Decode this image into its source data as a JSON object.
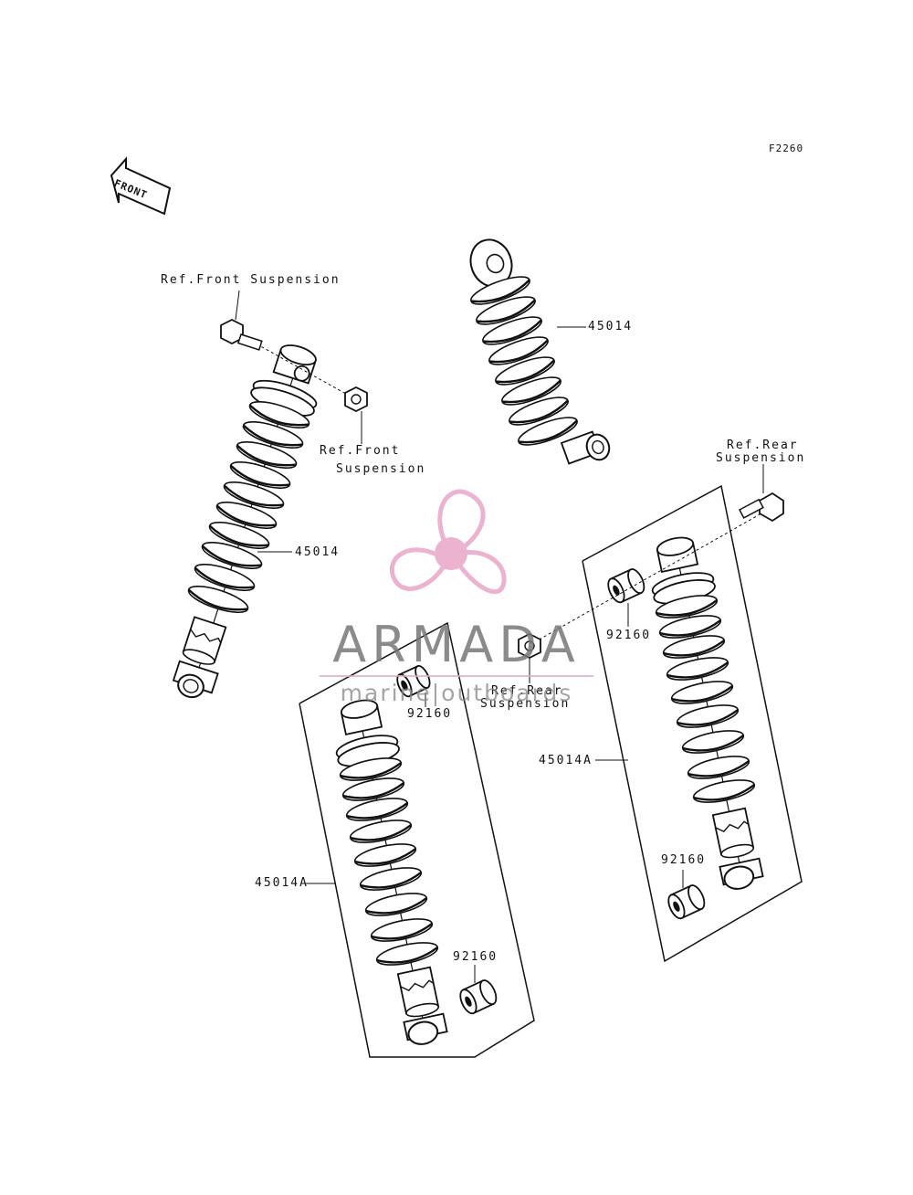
{
  "diagram": {
    "figure_code": "F2260",
    "front_arrow_label": "FRONT",
    "labels": {
      "ref_front_top": "Ref.Front Suspension",
      "ref_front_mid_l1": "Ref.Front",
      "ref_front_mid_l2": "Suspension",
      "ref_rear_right_l1": "Ref.Rear",
      "ref_rear_right_l2": "Suspension",
      "ref_rear_center_l1": "Ref.Rear",
      "ref_rear_center_l2": "Suspension",
      "part_front_left": "45014",
      "part_front_right": "45014",
      "part_rear_left": "45014A",
      "part_rear_right": "45014A",
      "bushing_left_top": "92160",
      "bushing_left_bottom": "92160",
      "bushing_right_top": "92160",
      "bushing_right_bottom": "92160"
    }
  },
  "watermark": {
    "name": "ARMADA",
    "tagline": "marine|outboards",
    "accent_color": "#e8a6c8"
  },
  "colors": {
    "line": "#111111",
    "paper": "#ffffff"
  }
}
